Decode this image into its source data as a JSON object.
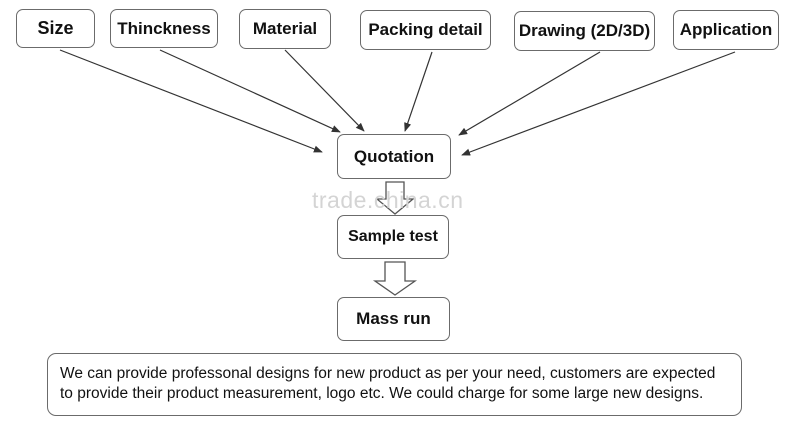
{
  "inputs": [
    {
      "label": "Size"
    },
    {
      "label": "Thinckness"
    },
    {
      "label": "Material"
    },
    {
      "label": "Packing detail"
    },
    {
      "label": "Drawing (2D/3D)"
    },
    {
      "label": "Application"
    }
  ],
  "flow": {
    "quotation": "Quotation",
    "sample_test": "Sample test",
    "mass_run": "Mass run"
  },
  "watermark": "trade.china.cn",
  "note": {
    "line1": "We can provide professonal designs for new product  as per your need, customers are expected",
    "line2": "to provide their product measurement, logo etc. We could charge for some large new designs."
  }
}
